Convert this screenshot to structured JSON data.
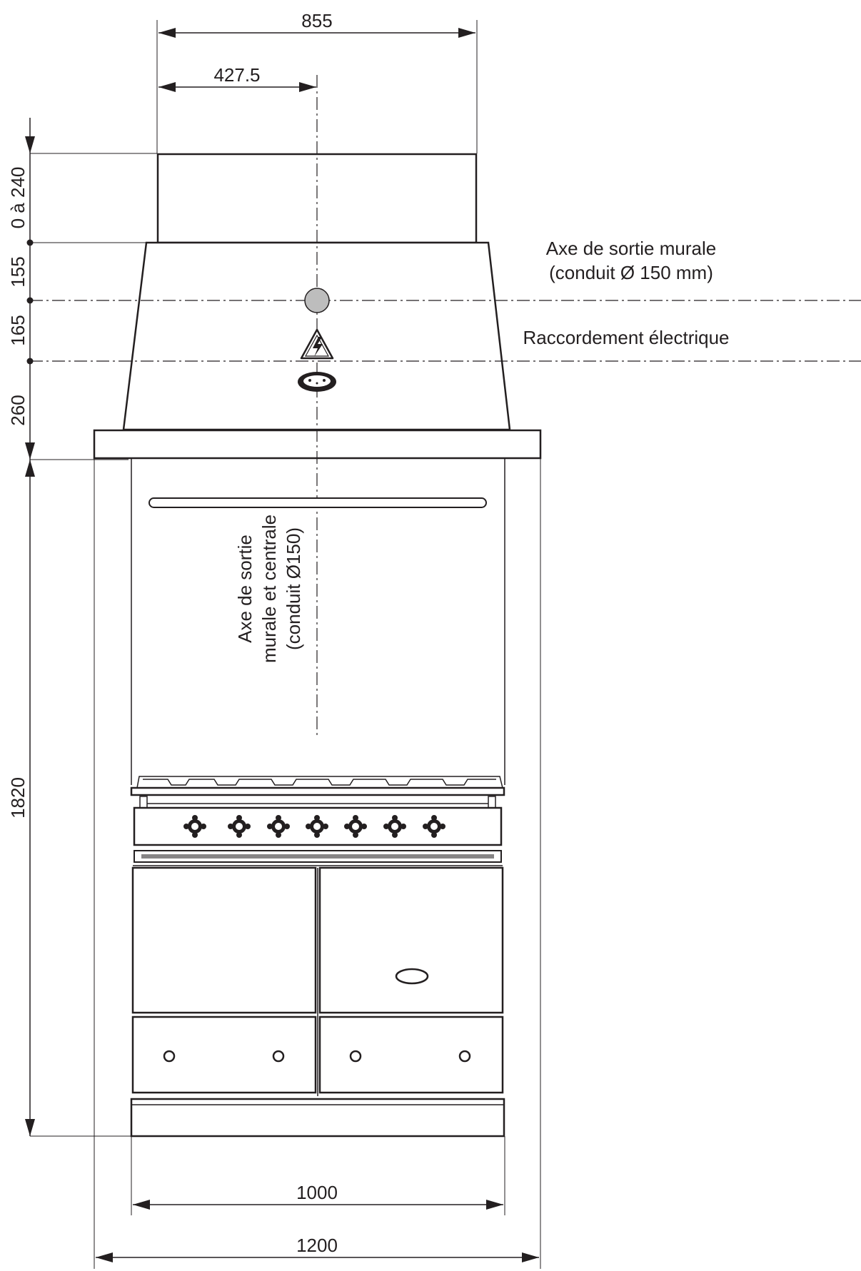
{
  "dimensions": {
    "top_width": "855",
    "half_width": "427.5",
    "chimney_range": "0 à 240",
    "d155": "155",
    "d165": "165",
    "d260": "260",
    "total_height": "1820",
    "range_width": "1000",
    "hood_width": "1200"
  },
  "labels": {
    "wall_outlet_line1": "Axe de sortie murale",
    "wall_outlet_line2": "(conduit Ø 150 mm)",
    "electrical": "Raccordement électrique",
    "central_line1": "Axe de sortie",
    "central_line2": "murale et centrale",
    "central_line3": "(conduit Ø150)"
  },
  "colors": {
    "line": "#231f20",
    "outlet_fill": "#bdbdbd"
  },
  "icons": {
    "warning": "electrical-hazard-icon",
    "wall_socket": "wall-socket-icon"
  }
}
